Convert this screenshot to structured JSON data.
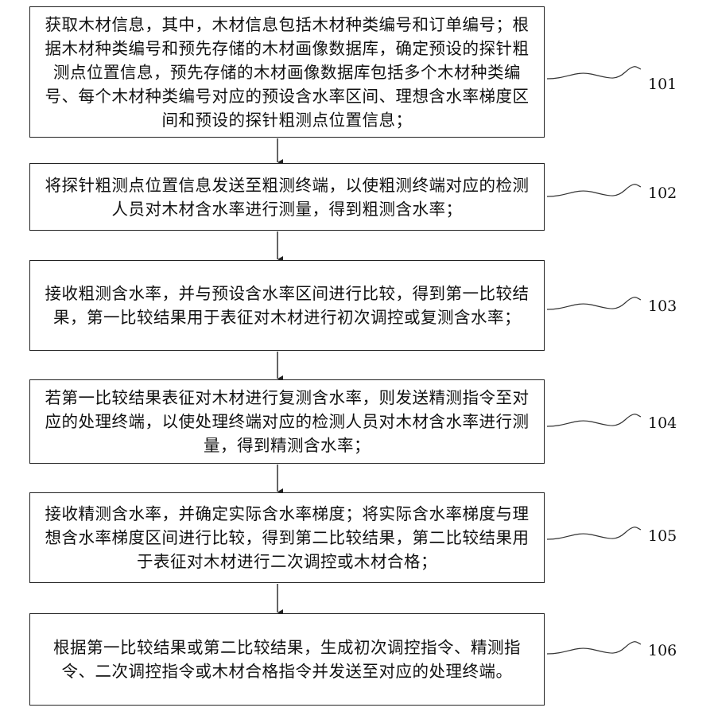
{
  "diagram": {
    "steps": [
      {
        "id": "101",
        "text": "获取木材信息，其中，木材信息包括木材种类编号和订单编号；根据木材种类编号和预先存储的木材画像数据库，确定预设的探针粗测点位置信息，预先存储的木材画像数据库包括多个木材种类编号、每个木材种类编号对应的预设含水率区间、理想含水率梯度区间和预设的探针粗测点位置信息；"
      },
      {
        "id": "102",
        "text": "将探针粗测点位置信息发送至粗测终端，以使粗测终端对应的检测人员对木材含水率进行测量，得到粗测含水率；"
      },
      {
        "id": "103",
        "text": "接收粗测含水率，并与预设含水率区间进行比较，得到第一比较结果，第一比较结果用于表征对木材进行初次调控或复测含水率；"
      },
      {
        "id": "104",
        "text": "若第一比较结果表征对木材进行复测含水率，则发送精测指令至对应的处理终端，以使处理终端对应的检测人员对木材含水率进行测量，得到精测含水率；"
      },
      {
        "id": "105",
        "text": "接收精测含水率，并确定实际含水率梯度；将实际含水率梯度与理想含水率梯度区间进行比较，得到第二比较结果，第二比较结果用于表征对木材进行二次调控或木材合格；"
      },
      {
        "id": "106",
        "text": "根据第一比较结果或第二比较结果，生成初次调控指令、精测指令、二次调控指令或木材合格指令并发送至对应的处理终端。"
      }
    ]
  }
}
